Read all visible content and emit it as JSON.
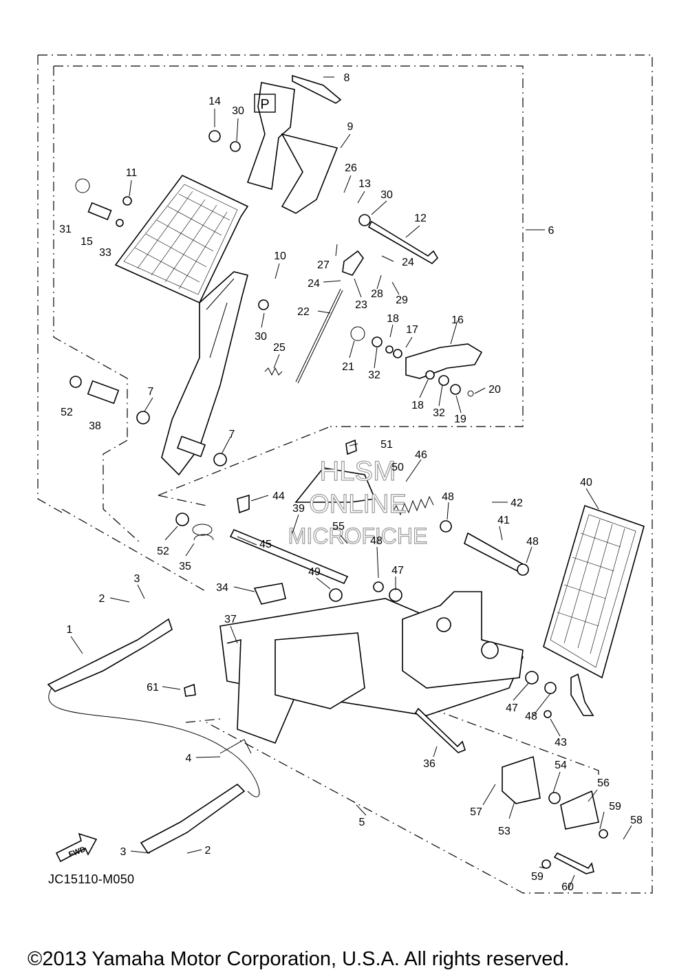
{
  "diagram": {
    "drawing_code": "JC15110-M050",
    "copyright": "©2013 Yamaha Motor Corporation, U.S.A. All rights reserved.",
    "fwd_label": "FWD",
    "pedal_mark": "P",
    "watermark": [
      "HLSM",
      "ONLINE",
      "MICROFICHE"
    ],
    "callouts": [
      {
        "id": "c8",
        "label": "8"
      },
      {
        "id": "c14",
        "label": "14"
      },
      {
        "id": "c30a",
        "label": "30"
      },
      {
        "id": "c9",
        "label": "9"
      },
      {
        "id": "c26",
        "label": "26"
      },
      {
        "id": "c11",
        "label": "11"
      },
      {
        "id": "c13",
        "label": "13"
      },
      {
        "id": "c30b",
        "label": "30"
      },
      {
        "id": "c31",
        "label": "31"
      },
      {
        "id": "c15",
        "label": "15"
      },
      {
        "id": "c33",
        "label": "33"
      },
      {
        "id": "c12",
        "label": "12"
      },
      {
        "id": "c6",
        "label": "6"
      },
      {
        "id": "c27",
        "label": "27"
      },
      {
        "id": "c24a",
        "label": "24"
      },
      {
        "id": "c10",
        "label": "10"
      },
      {
        "id": "c24b",
        "label": "24"
      },
      {
        "id": "c28",
        "label": "28"
      },
      {
        "id": "c23",
        "label": "23"
      },
      {
        "id": "c29",
        "label": "29"
      },
      {
        "id": "c22",
        "label": "22"
      },
      {
        "id": "c30c",
        "label": "30"
      },
      {
        "id": "c18a",
        "label": "18"
      },
      {
        "id": "c16",
        "label": "16"
      },
      {
        "id": "c17",
        "label": "17"
      },
      {
        "id": "c25",
        "label": "25"
      },
      {
        "id": "c21",
        "label": "21"
      },
      {
        "id": "c32a",
        "label": "32"
      },
      {
        "id": "c20",
        "label": "20"
      },
      {
        "id": "c52a",
        "label": "52"
      },
      {
        "id": "c7a",
        "label": "7"
      },
      {
        "id": "c18b",
        "label": "18"
      },
      {
        "id": "c32b",
        "label": "32"
      },
      {
        "id": "c19",
        "label": "19"
      },
      {
        "id": "c38",
        "label": "38"
      },
      {
        "id": "c51",
        "label": "51"
      },
      {
        "id": "c46",
        "label": "46"
      },
      {
        "id": "c7b",
        "label": "7"
      },
      {
        "id": "c50",
        "label": "50"
      },
      {
        "id": "c40",
        "label": "40"
      },
      {
        "id": "c44",
        "label": "44"
      },
      {
        "id": "c48a",
        "label": "48"
      },
      {
        "id": "c42",
        "label": "42"
      },
      {
        "id": "c39",
        "label": "39"
      },
      {
        "id": "c41",
        "label": "41"
      },
      {
        "id": "c55",
        "label": "55"
      },
      {
        "id": "c45",
        "label": "45"
      },
      {
        "id": "c52b",
        "label": "52"
      },
      {
        "id": "c48b",
        "label": "48"
      },
      {
        "id": "c48c",
        "label": "48"
      },
      {
        "id": "c35",
        "label": "35"
      },
      {
        "id": "c47a",
        "label": "47"
      },
      {
        "id": "c49",
        "label": "49"
      },
      {
        "id": "c3a",
        "label": "3"
      },
      {
        "id": "c34",
        "label": "34"
      },
      {
        "id": "c2a",
        "label": "2"
      },
      {
        "id": "c37",
        "label": "37"
      },
      {
        "id": "c1",
        "label": "1"
      },
      {
        "id": "c61",
        "label": "61"
      },
      {
        "id": "c47b",
        "label": "47"
      },
      {
        "id": "c48d",
        "label": "48"
      },
      {
        "id": "c43",
        "label": "43"
      },
      {
        "id": "c36",
        "label": "36"
      },
      {
        "id": "c4",
        "label": "4"
      },
      {
        "id": "c54",
        "label": "54"
      },
      {
        "id": "c56",
        "label": "56"
      },
      {
        "id": "c57",
        "label": "57"
      },
      {
        "id": "c59a",
        "label": "59"
      },
      {
        "id": "c5",
        "label": "5"
      },
      {
        "id": "c53",
        "label": "53"
      },
      {
        "id": "c58",
        "label": "58"
      },
      {
        "id": "c3b",
        "label": "3"
      },
      {
        "id": "c2b",
        "label": "2"
      },
      {
        "id": "c59b",
        "label": "59"
      },
      {
        "id": "c60",
        "label": "60"
      }
    ]
  }
}
